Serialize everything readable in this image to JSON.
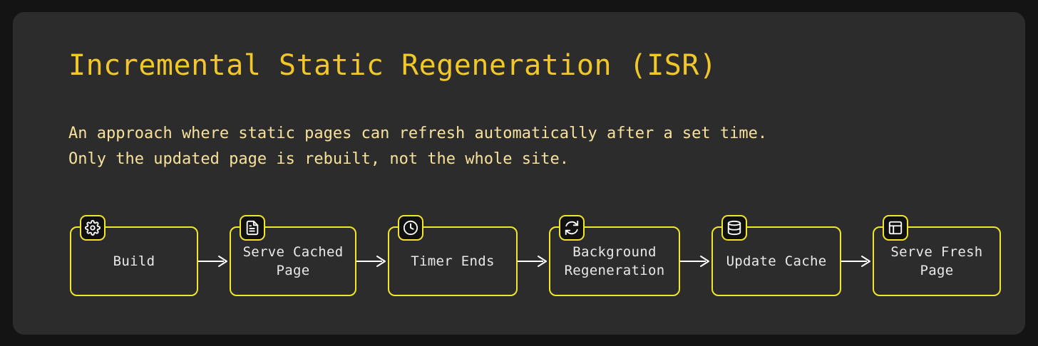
{
  "card": {
    "background": "#2c2c2c",
    "page_background": "#141414"
  },
  "header": {
    "title": "Incremental Static Regeneration (ISR)",
    "title_color": "#f2c728",
    "description": "An approach where static pages can refresh automatically after a set time.\nOnly the updated page is rebuilt, not the whole site.",
    "description_color": "#f6e09a"
  },
  "flow": {
    "accent_color": "#f2e62a",
    "label_color": "#e9e9e9",
    "arrow_color": "#ffffff",
    "arrow_glyph": "arrow-right-icon",
    "nodes": [
      {
        "label": "Build",
        "icon": "gear-icon"
      },
      {
        "label": "Serve Cached\nPage",
        "icon": "document-icon"
      },
      {
        "label": "Timer Ends",
        "icon": "clock-icon"
      },
      {
        "label": "Background\nRegeneration",
        "icon": "refresh-icon"
      },
      {
        "label": "Update Cache",
        "icon": "database-icon"
      },
      {
        "label": "Serve Fresh\nPage",
        "icon": "layout-icon"
      }
    ]
  }
}
